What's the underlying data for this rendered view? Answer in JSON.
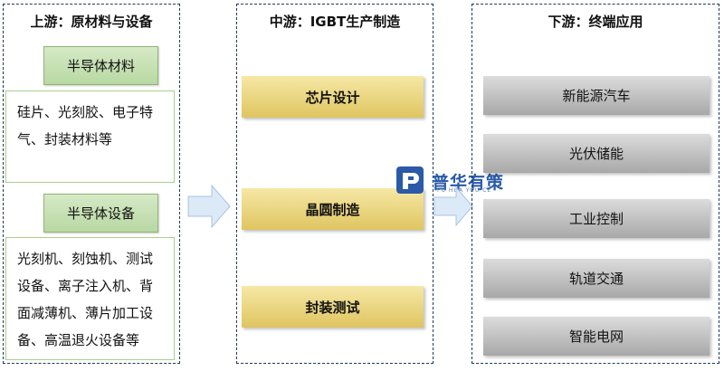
{
  "upstream": {
    "title": "上游：原材料与设备",
    "material_tag": "半导体材料",
    "material_lines": [
      "硅片、光刻胶、电子特",
      "气、封装材料等"
    ],
    "equipment_tag": "半导体设备",
    "equipment_lines": [
      "光刻机、刻蚀机、测试",
      "设备、离子注入机、背",
      "面减薄机、薄片加工设",
      "备、高温退火设备等"
    ]
  },
  "midstream": {
    "title": "中游：IGBT生产制造",
    "steps": [
      "芯片设计",
      "晶圆制造",
      "封装测试"
    ]
  },
  "downstream": {
    "title": "下游：终端应用",
    "apps": [
      "新能源汽车",
      "光伏储能",
      "工业控制",
      "轨道交通",
      "智能电网"
    ]
  },
  "watermark": {
    "name": "普华有策",
    "sub": "PU HUA YOU CE",
    "icon": "puhua-logo-icon"
  },
  "colors": {
    "green": "#b8d8a2",
    "gold": "#dfc560",
    "gray": "#a8a8a8",
    "arrow": "#dce9f7",
    "border": "#1f3a5a"
  }
}
